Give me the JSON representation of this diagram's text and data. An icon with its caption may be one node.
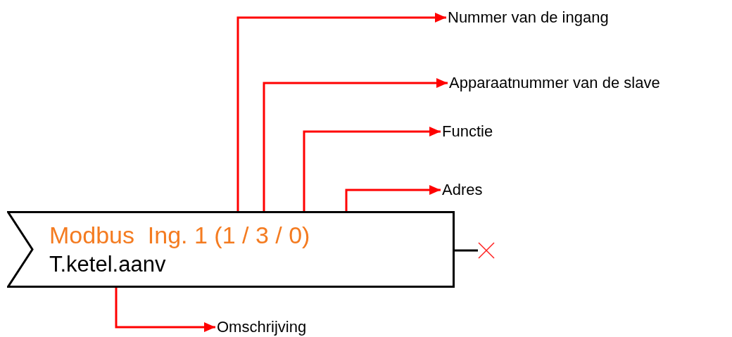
{
  "diagram": {
    "nodes": [
      {
        "text": [
          "Modbus  Ing. 1 (1 / 3 / 0)",
          "T.ketel.aanv"
        ]
      },
      {
        "text": [
          "Nummer van de ingang"
        ]
      },
      {
        "text": [
          "Apparaatnummer van de slave"
        ]
      },
      {
        "text": [
          "Functie"
        ]
      },
      {
        "text": [
          "Adres"
        ]
      },
      {
        "text": [
          "Omschrijving"
        ]
      },
      {
        "text": [],
        "shape": "cross"
      }
    ],
    "edges": [
      {
        "from": 0,
        "to": 1,
        "arrow": "to"
      },
      {
        "from": 0,
        "to": 2,
        "arrow": "to"
      },
      {
        "from": 0,
        "to": 3,
        "arrow": "to"
      },
      {
        "from": 0,
        "to": 4,
        "arrow": "to"
      },
      {
        "from": 0,
        "to": 5,
        "arrow": "to"
      },
      {
        "from": 0,
        "to": 6,
        "arrow": "none",
        "color": "#000000"
      }
    ]
  }
}
